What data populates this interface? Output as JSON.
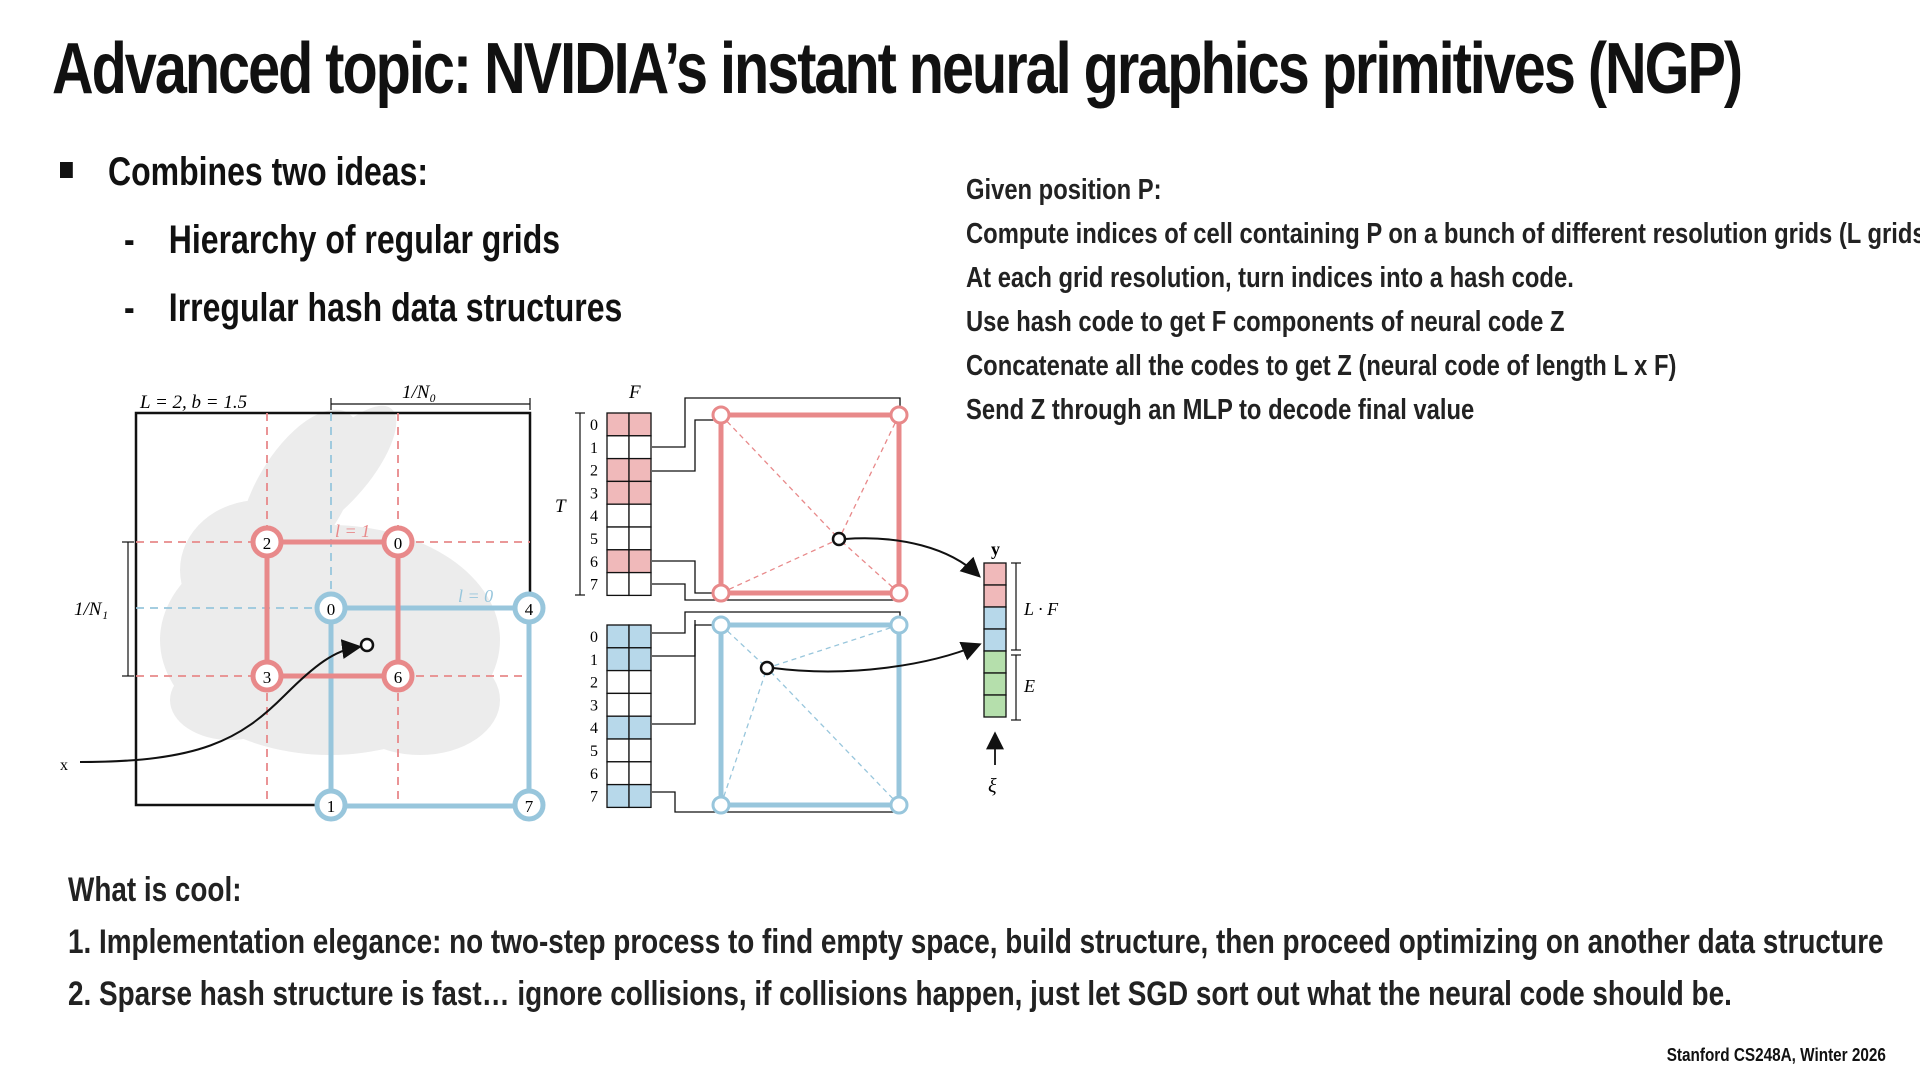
{
  "slide": {
    "title": "Advanced topic: NVIDIA’s instant neural graphics primitives (NGP)",
    "bullet": "Combines two ideas:",
    "sub_bullets": [
      "Hierarchy of regular grids",
      "Irregular hash data structures"
    ],
    "steps": [
      "Given position P:",
      "Compute indices of cell containing P on a bunch of different resolution grids (L grids)",
      "At each grid resolution, turn indices into a hash code.",
      "Use hash code to get F components of neural code Z",
      "Concatenate all the codes to get Z (neural code of length L x F)",
      "Send Z through an MLP to decode final value"
    ],
    "cool_heading": "What is cool:",
    "cool_items": [
      "1.  Implementation elegance: no two-step process to find empty space, build structure, then proceed optimizing on another data structure",
      "2.  Sparse hash structure is fast… ignore collisions, if collisions happen, just let SGD sort out what the neural code should be."
    ],
    "footer": "Stanford CS248A, Winter 2026"
  },
  "figure": {
    "params_label": "L = 2,  b = 1.5",
    "n0_label": "1/N₀",
    "n1_label": "1/N₁",
    "level1_label": "l = 1",
    "level0_label": "l = 0",
    "x_label": "x",
    "F_label": "F",
    "T_label": "T",
    "y_label": "y",
    "LF_label": "L · F",
    "E_label": "E",
    "xi_label": "ξ",
    "red_nodes": [
      "2",
      "0",
      "3",
      "6"
    ],
    "blue_nodes": [
      "0",
      "4",
      "1",
      "7"
    ],
    "table_rows": [
      "0",
      "1",
      "2",
      "3",
      "4",
      "5",
      "6",
      "7"
    ],
    "colors": {
      "red": "#e8898a",
      "red_fill": "#f0b9ba",
      "blue": "#98c6dc",
      "blue_fill": "#b7d8ea",
      "green_fill": "#b5dfac"
    }
  }
}
